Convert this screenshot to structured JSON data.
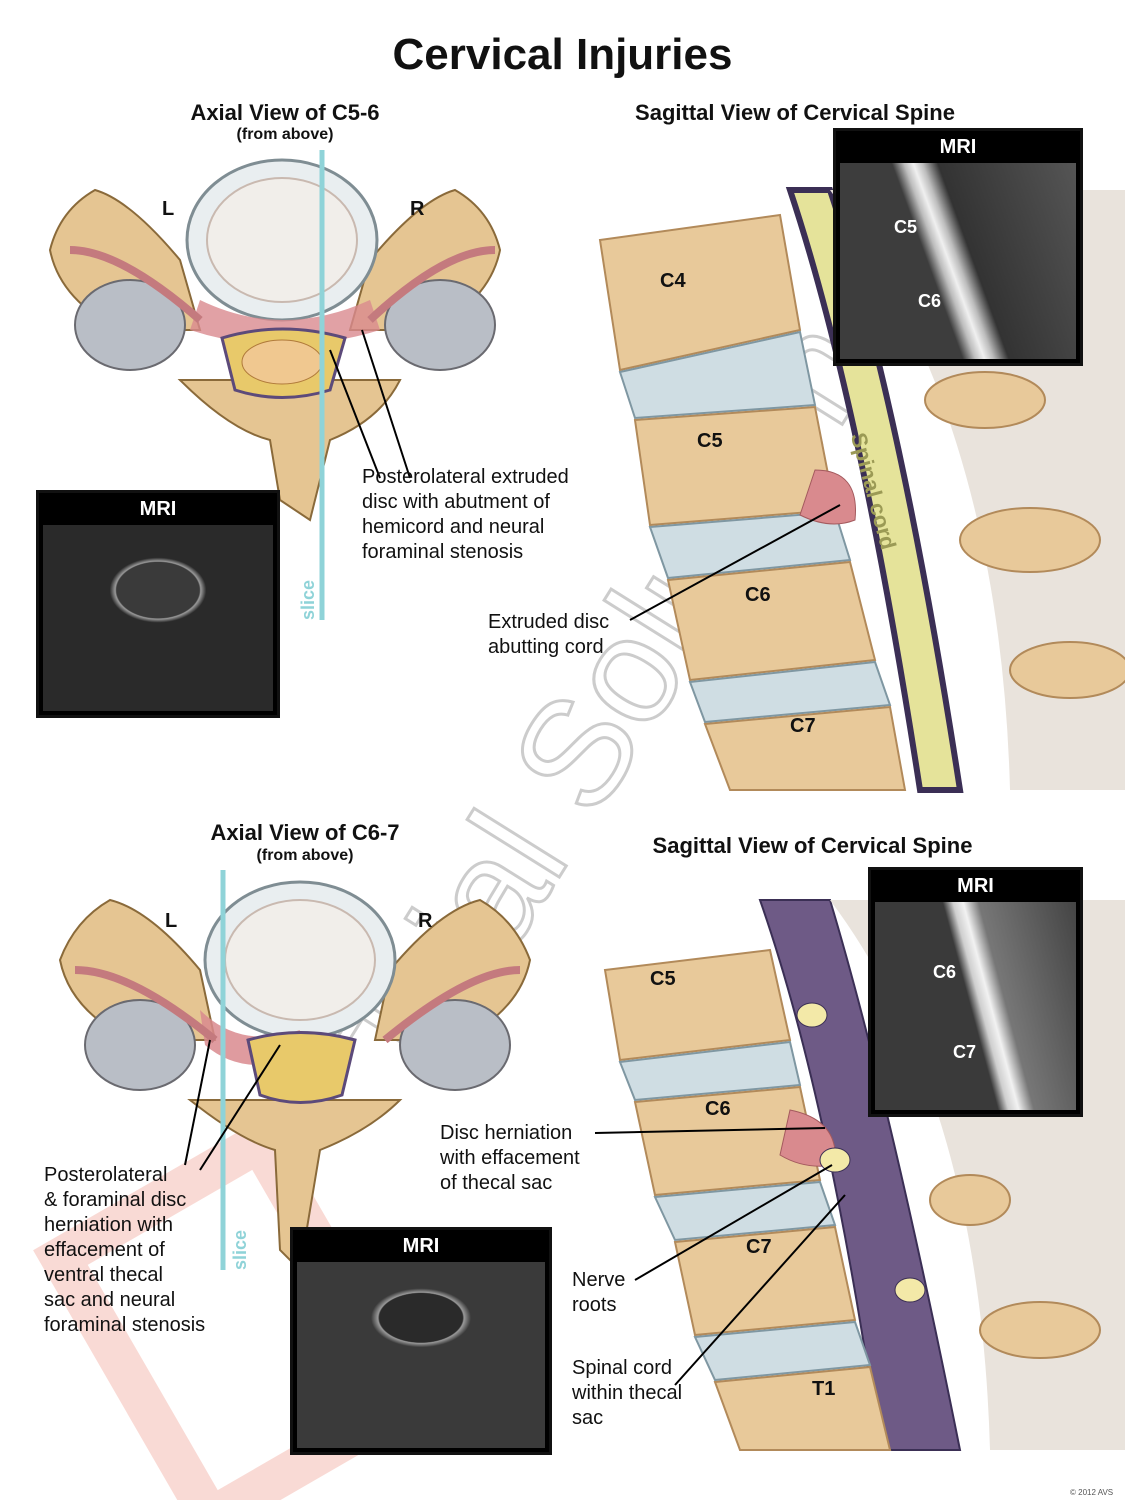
{
  "title": "Cervical Injuries",
  "watermark": "Trial Solutions",
  "top": {
    "axial_title": "Axial View of C5-6",
    "axial_sub": "(from above)",
    "left_marker": "L",
    "right_marker": "R",
    "slice": "slice",
    "mri_label": "MRI",
    "annotation": [
      "Posterolateral extruded",
      "disc with abutment of",
      "hemicord and neural",
      "foraminal stenosis"
    ],
    "sagittal_title": "Sagittal View of Cervical Spine",
    "sag_mri_label": "MRI",
    "sag_mri_vertebrae": [
      "C5",
      "C6"
    ],
    "vertebrae": [
      "C4",
      "C5",
      "C6",
      "C7"
    ],
    "spinal_cord": "Spinal cord",
    "disc_annotation": [
      "Extruded disc",
      "abutting cord"
    ]
  },
  "bottom": {
    "axial_title": "Axial View of C6-7",
    "axial_sub": "(from above)",
    "left_marker": "L",
    "right_marker": "R",
    "slice": "slice",
    "mri_label": "MRI",
    "annotation": [
      "Posterolateral",
      "& foraminal disc",
      "herniation with",
      "effacement of",
      "ventral thecal",
      "sac and neural",
      "foraminal stenosis"
    ],
    "sagittal_title": "Sagittal View of Cervical Spine",
    "sag_mri_label": "MRI",
    "sag_mri_vertebrae": [
      "C6",
      "C7"
    ],
    "vertebrae": [
      "C5",
      "C6",
      "C7",
      "T1"
    ],
    "herniation_annotation": [
      "Disc herniation",
      "with effacement",
      "of thecal sac"
    ],
    "nerve_annotation": [
      "Nerve",
      "roots"
    ],
    "cord_annotation": [
      "Spinal cord",
      "within thecal",
      "sac"
    ]
  },
  "copyright": "© 2012 AVS",
  "colors": {
    "bone": "#e8c99a",
    "disc": "#cfdde3",
    "cord_yellow": "#e5e39a",
    "thecal_purple": "#6e5a86",
    "herniation": "#d98a8e",
    "slice_line": "#8fd3d8"
  }
}
